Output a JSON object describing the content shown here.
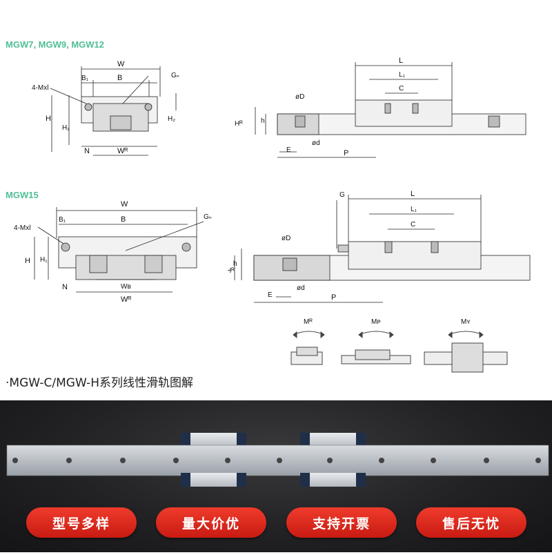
{
  "top_section": {
    "title": "MGW7, MGW9, MGW12",
    "front_labels": [
      "W",
      "B₁",
      "B",
      "Gₙ",
      "4-Mxl",
      "H",
      "H₁",
      "H₂",
      "N",
      "Wᴿ"
    ],
    "side_labels": [
      "L",
      "L₁",
      "C",
      "øD",
      "h",
      "Hᴿ",
      "E",
      "ød",
      "P"
    ]
  },
  "bottom_section": {
    "title": "MGW15",
    "front_labels": [
      "W",
      "B₁",
      "B",
      "Gₙ",
      "4-Mxl",
      "H",
      "H₁",
      "N",
      "Wʙ",
      "Wᴿ"
    ],
    "side_labels": [
      "G",
      "L",
      "L₁",
      "C",
      "øD",
      "h",
      "Hᴿ",
      "E",
      "ød",
      "P"
    ],
    "moment_labels": [
      "Mᴿ",
      "Mᴘ",
      "Mʏ"
    ]
  },
  "caption": "·MGW-C/MGW-H系列线性滑轨图解",
  "badges": [
    "型号多样",
    "量大价优",
    "支持开票",
    "售后无忧"
  ],
  "colors": {
    "section_title": "#4fbf95",
    "badge": "#d6251a",
    "photo_bg": "#222224"
  }
}
